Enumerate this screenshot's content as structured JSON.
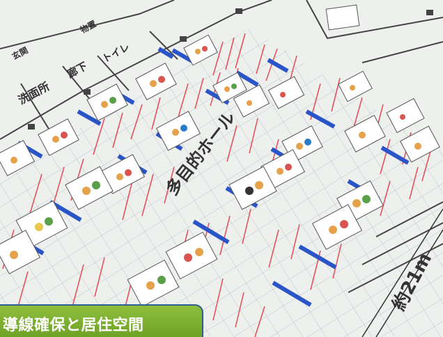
{
  "labels": {
    "hall": "多目的ホール",
    "dimension": "約21m",
    "washroom": "洗面所",
    "corridor": "廊下",
    "toilet": "トイレ",
    "storage": "物置",
    "entrance": "玄関"
  },
  "caption": "導線確保と居住空間"
}
